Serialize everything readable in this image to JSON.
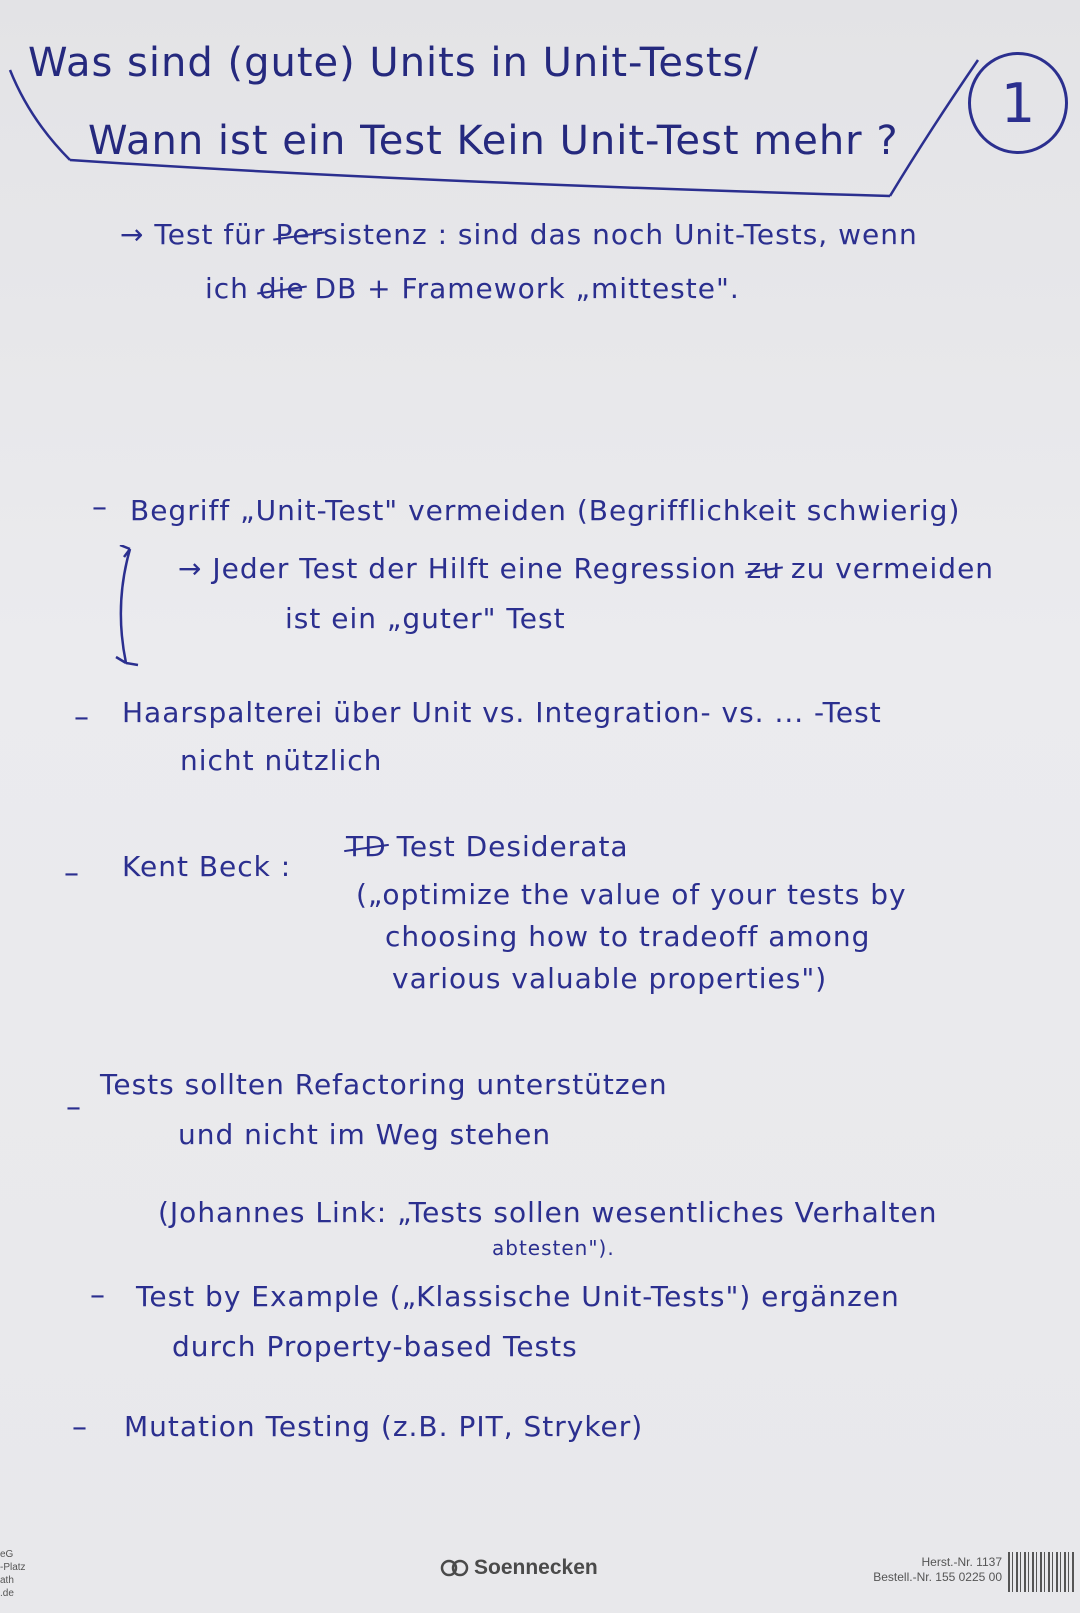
{
  "title": {
    "line1": "Was sind (gute) Units in Unit-Tests/",
    "line2": "Wann ist ein Test Kein Unit-Test mehr ?",
    "page_number": "1"
  },
  "note1": {
    "arrow": "→",
    "line1_pre": "Test für ",
    "line1_struck": "Per",
    "line1_post": "sistenz : sind das noch Unit-Tests, wenn",
    "line2_pre": "ich ",
    "line2_struck": "die",
    "line2_post": " DB + Framework „mitteste\"."
  },
  "bullets": [
    {
      "text": "Begriff „Unit-Test\" vermeiden (Begrifflichkeit schwierig)"
    },
    {
      "text": "Haarspalterei über Unit vs. Integration- vs. ... -Test"
    },
    {
      "text": "Kent Beck :"
    },
    {
      "text": "Tests sollten Refactoring unterstützen"
    },
    {
      "text": "Test by Example („Klassische Unit-Tests\") ergänzen"
    },
    {
      "text": "Mutation Testing (z.B. PIT, Stryker)"
    }
  ],
  "sub": {
    "regression_arrow": "→",
    "regression_l1_pre": "Jeder Test der Hilft eine Regression ",
    "regression_l1_struck": "zu",
    "regression_l1_post": " zu vermeiden",
    "regression_l2": "ist ein „guter\" Test",
    "haar_l2": "nicht nützlich",
    "beck_struck": "TD",
    "beck_l1": "Test Desiderata",
    "beck_l2": "(„optimize the value of your tests by",
    "beck_l3": "choosing how to tradeoff among",
    "beck_l4": "various valuable properties\")",
    "refac_l2": "und nicht im Weg stehen",
    "link_l1": "(Johannes Link: „Tests sollen wesentliches Verhalten",
    "link_l2": "abtesten\").",
    "prop_l2": "durch Property-based Tests"
  },
  "footer": {
    "left_lines": [
      "eG",
      "-Platz",
      "ath",
      ".de"
    ],
    "brand": "Soennecken",
    "herst": "Herst.-Nr. 1137",
    "bestell": "Bestell.-Nr. 155 0225 00"
  },
  "colors": {
    "ink": "#2b2f8f",
    "paper": "#e8e8eb"
  }
}
